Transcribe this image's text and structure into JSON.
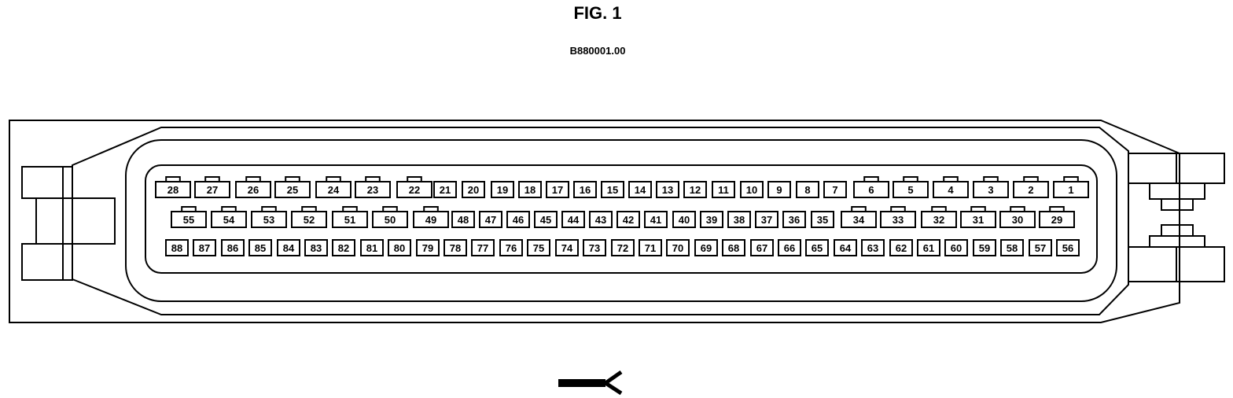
{
  "figure": {
    "title": "FIG. 1",
    "code": "B880001.00"
  },
  "connector": {
    "rows": [
      [
        "28",
        "27",
        "26",
        "25",
        "24",
        "23",
        "22",
        "21",
        "20",
        "19",
        "18",
        "17",
        "16",
        "15",
        "14",
        "13",
        "12",
        "11",
        "10",
        "9",
        "8",
        "7",
        "6",
        "5",
        "4",
        "3",
        "2",
        "1"
      ],
      [
        "55",
        "54",
        "53",
        "52",
        "51",
        "50",
        "49",
        "48",
        "47",
        "46",
        "45",
        "44",
        "43",
        "42",
        "41",
        "40",
        "39",
        "38",
        "37",
        "36",
        "35",
        "34",
        "33",
        "32",
        "31",
        "30",
        "29"
      ],
      [
        "88",
        "87",
        "86",
        "85",
        "84",
        "83",
        "82",
        "81",
        "80",
        "79",
        "78",
        "77",
        "76",
        "75",
        "74",
        "73",
        "72",
        "71",
        "70",
        "69",
        "68",
        "67",
        "66",
        "65",
        "64",
        "63",
        "62",
        "61",
        "60",
        "59",
        "58",
        "57",
        "56"
      ]
    ]
  },
  "symbol_icon": "connector-plug-icon"
}
